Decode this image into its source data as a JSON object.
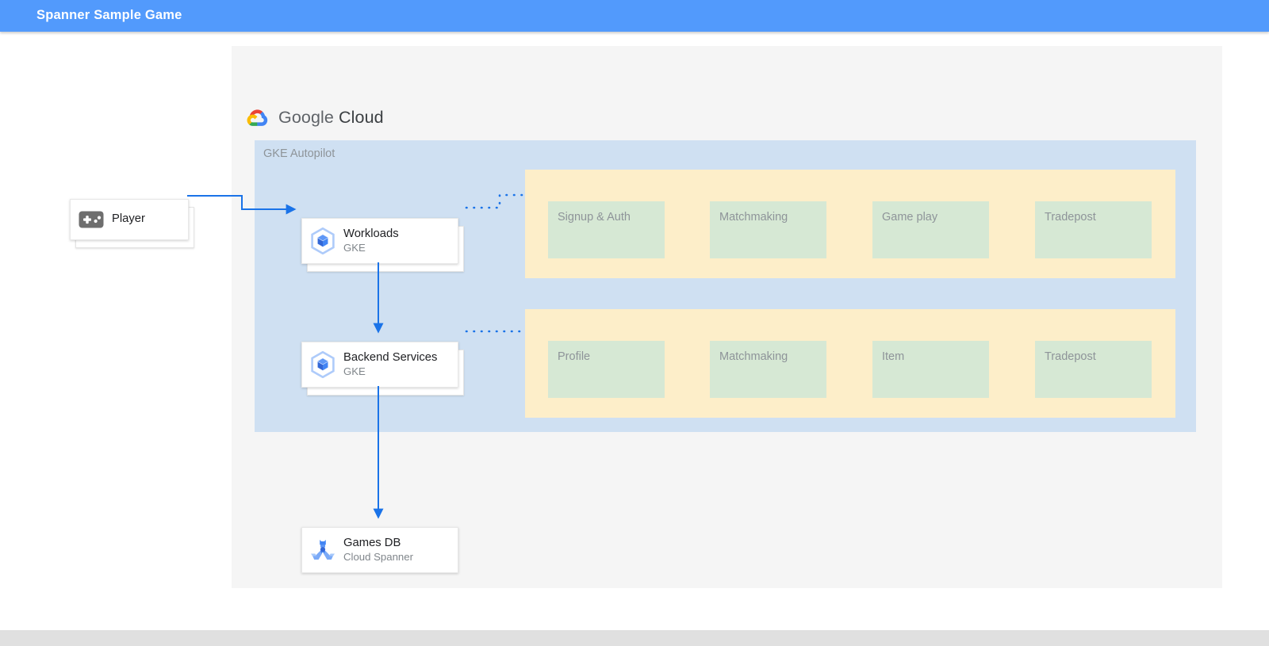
{
  "appbar": {
    "title": "Spanner Sample Game"
  },
  "logo": {
    "name": "google-cloud-logo",
    "text_bold": "Google",
    "text_light": "Cloud",
    "full_text": "Google Cloud"
  },
  "zone": {
    "label": "GKE Autopilot"
  },
  "nodes": {
    "player": {
      "title": "Player",
      "subtitle": "",
      "icon": "gamepad-icon"
    },
    "workloads": {
      "title": "Workloads",
      "subtitle": "GKE",
      "icon": "gke-icon"
    },
    "backend": {
      "title": "Backend Services",
      "subtitle": "GKE",
      "icon": "gke-icon"
    },
    "gamesdb": {
      "title": "Games DB",
      "subtitle": "Cloud Spanner",
      "icon": "cloud-spanner-icon"
    }
  },
  "groups": [
    {
      "name": "workload-services-group",
      "boxes": [
        {
          "label": "Signup & Auth"
        },
        {
          "label": "Matchmaking"
        },
        {
          "label": "Game play"
        },
        {
          "label": "Tradepost"
        }
      ]
    },
    {
      "name": "backend-services-group",
      "boxes": [
        {
          "label": "Profile"
        },
        {
          "label": "Matchmaking"
        },
        {
          "label": "Item"
        },
        {
          "label": "Tradepost"
        }
      ]
    }
  ],
  "colors": {
    "appbar_blue": "#529afc",
    "connector_blue": "#1a73e8",
    "zone_blue": "#cfe0f2",
    "group_yellow": "#fdeec9",
    "service_green": "#d6e8d4",
    "panel_gray": "#f5f5f5",
    "label_gray": "#8e9499",
    "title_gray": "#202124"
  }
}
